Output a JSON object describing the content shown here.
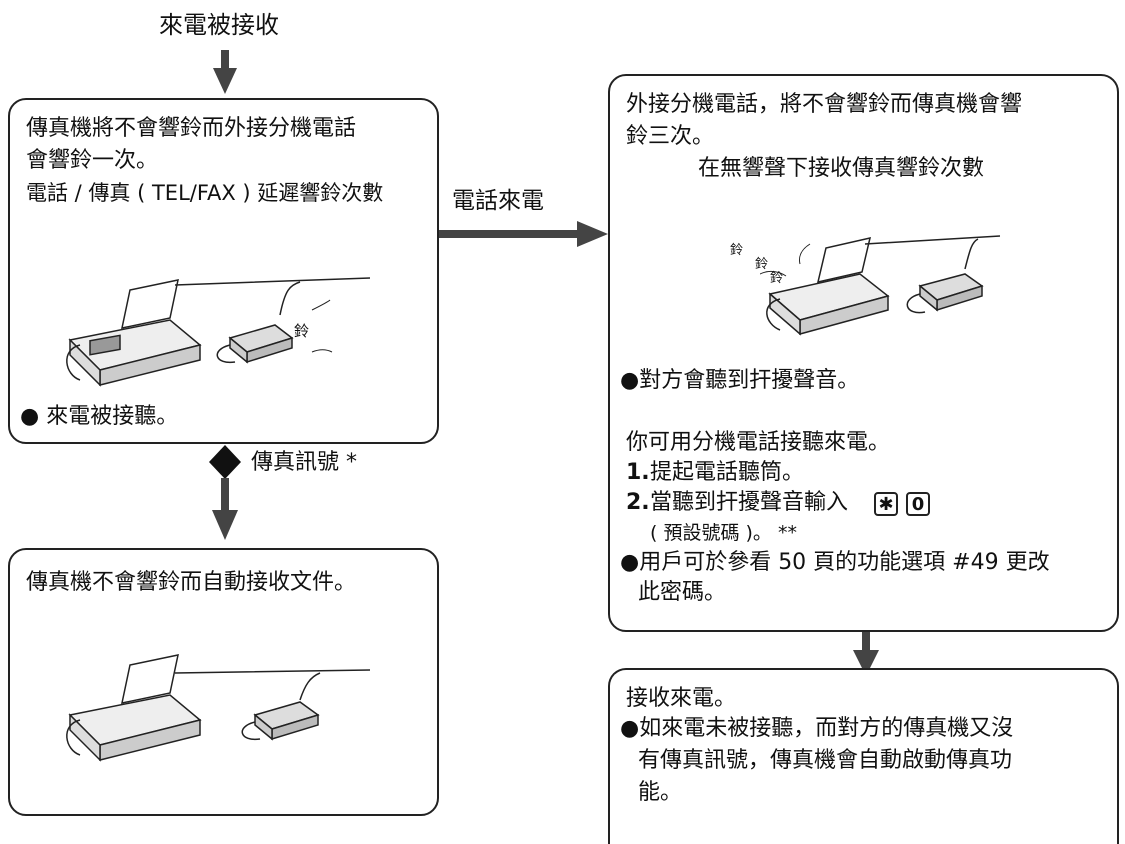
{
  "top_label": "來電被接收",
  "left_box": {
    "line1": "傳真機將不會響鈴而外接分機電話",
    "line2": "會響鈴一次。",
    "line3": "電話 / 傳真 ( TEL/FAX ) 延遲響鈴次數",
    "ring_label": "鈴",
    "bullet": "● 來電被接聽。"
  },
  "arrow_right_label": "電話來電",
  "fax_signal_label": "傳真訊號 *",
  "bottom_left_box": {
    "line1": "傳真機不會響鈴而自動接收文件。"
  },
  "right_box": {
    "line1": "外接分機電話，將不會響鈴而傳真機會響",
    "line2": "鈴三次。",
    "line3": "在無響聲下接收傳真響鈴次數",
    "ring_labels": [
      "鈴",
      "鈴",
      "鈴"
    ],
    "bullet1": "●對方會聽到扞擾聲音。",
    "line_instr": "你可用分機電話接聽來電。",
    "step1_num": "1.",
    "step1_text": "提起電話聽筒。",
    "step2_num": "2.",
    "step2_text": "當聽到扞擾聲音輸入",
    "key_star": "✱",
    "key_zero": "0",
    "default_code": "( 預設號碼 )。 **",
    "bullet2_line1": "●用戶可於參看 50 頁的功能選項 #49 更改",
    "bullet2_line2": "此密碼。"
  },
  "bottom_right_box": {
    "line1": "接收來電。",
    "line2": "●如來電未被接聽，而對方的傳真機又沒",
    "line3": "有傳真訊號，傳真機會自動啟動傳真功",
    "line4": "能。"
  }
}
